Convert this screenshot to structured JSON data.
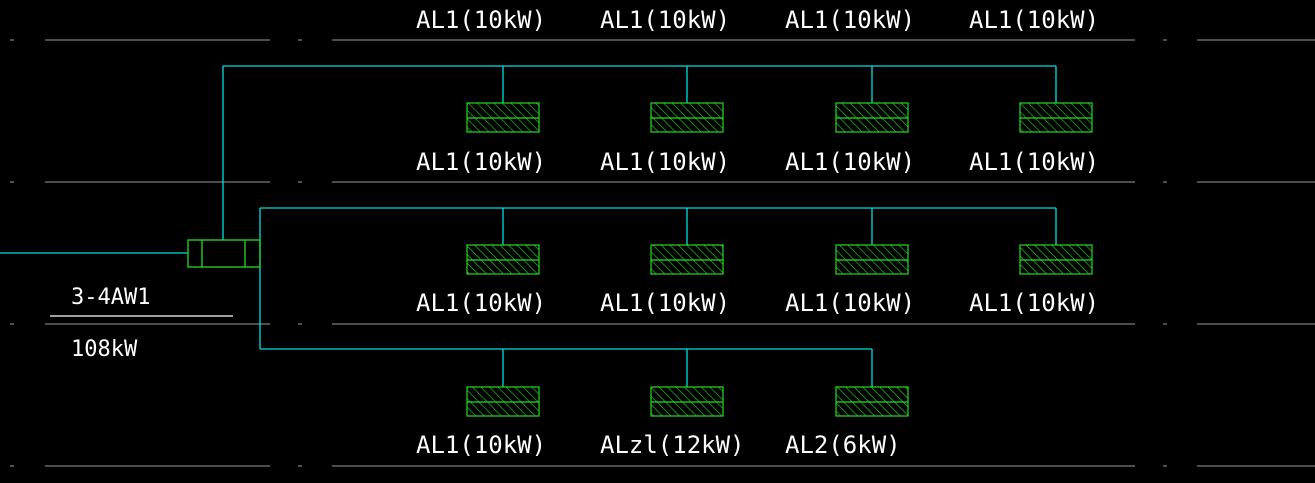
{
  "colors": {
    "background": "#000000",
    "wire": "#00e0e0",
    "panel": "#22dd22",
    "label": "#ffffff",
    "guide": "#9a9a9a"
  },
  "source": {
    "name": "3-4AW1",
    "power": "108kW"
  },
  "rows": [
    {
      "loads": [
        {
          "id": "r1-l1",
          "label": "AL1(10kW)"
        },
        {
          "id": "r1-l2",
          "label": "AL1(10kW)"
        },
        {
          "id": "r1-l3",
          "label": "AL1(10kW)"
        },
        {
          "id": "r1-l4",
          "label": "AL1(10kW)"
        }
      ]
    },
    {
      "loads": [
        {
          "id": "r2-l1",
          "label": "AL1(10kW)"
        },
        {
          "id": "r2-l2",
          "label": "AL1(10kW)"
        },
        {
          "id": "r2-l3",
          "label": "AL1(10kW)"
        },
        {
          "id": "r2-l4",
          "label": "AL1(10kW)"
        }
      ]
    },
    {
      "loads": [
        {
          "id": "r3-l1",
          "label": "AL1(10kW)"
        },
        {
          "id": "r3-l2",
          "label": "ALzl(12kW)"
        },
        {
          "id": "r3-l3",
          "label": "AL2(6kW)"
        }
      ]
    }
  ],
  "top_labels": [
    "AL1(10kW)",
    "AL1(10kW)",
    "AL1(10kW)",
    "AL1(10kW)"
  ]
}
